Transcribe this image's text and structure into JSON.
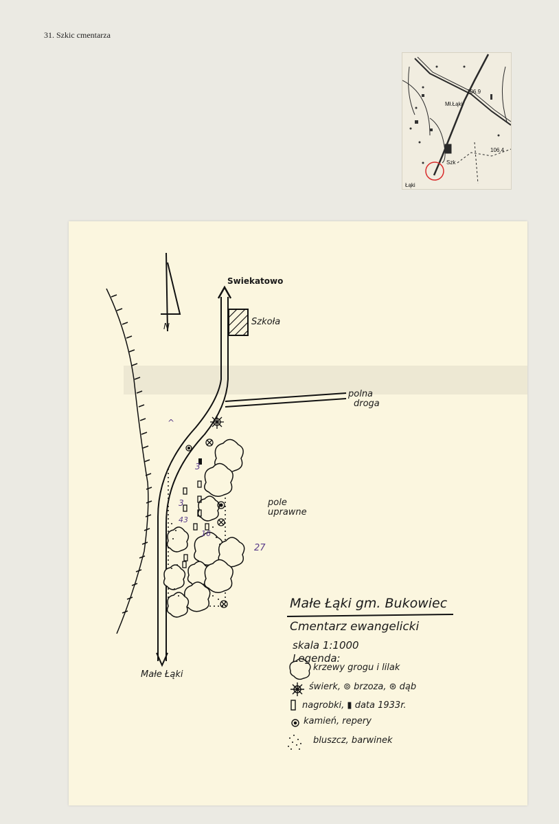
{
  "page": {
    "heading": "31. Szkic cmentarza"
  },
  "inset_map": {
    "labels": {
      "elevation_north": "106.9",
      "village": "Mł.Łąki",
      "elevation_south": "106.4",
      "school": "Szk",
      "bottom_text": "Łąki"
    },
    "marker_color": "#d92b2b"
  },
  "sketch": {
    "north_arrow": "N",
    "road_north": "Swiekatowo",
    "school": "Szkoła",
    "field_road_line1": "polna",
    "field_road_line2": "droga",
    "field_line1": "pole",
    "field_line2": "uprawne",
    "road_south": "Małe Łąki",
    "violet_numbers": [
      "^",
      "3",
      "3",
      "43",
      "16",
      "27"
    ],
    "title": "Małe Łąki gm. Bukowiec",
    "subtitle": "Cmentarz ewangelicki",
    "scale": "skala 1:1000",
    "legend_title": "Legenda:",
    "legend": [
      "krzewy grogu i lilak",
      "świerk, ⊚ brzoza, ⊛ dąb",
      "nagrobki, ▮ data 1933r.",
      "kamień, repery",
      "bluszcz, barwinek"
    ]
  }
}
